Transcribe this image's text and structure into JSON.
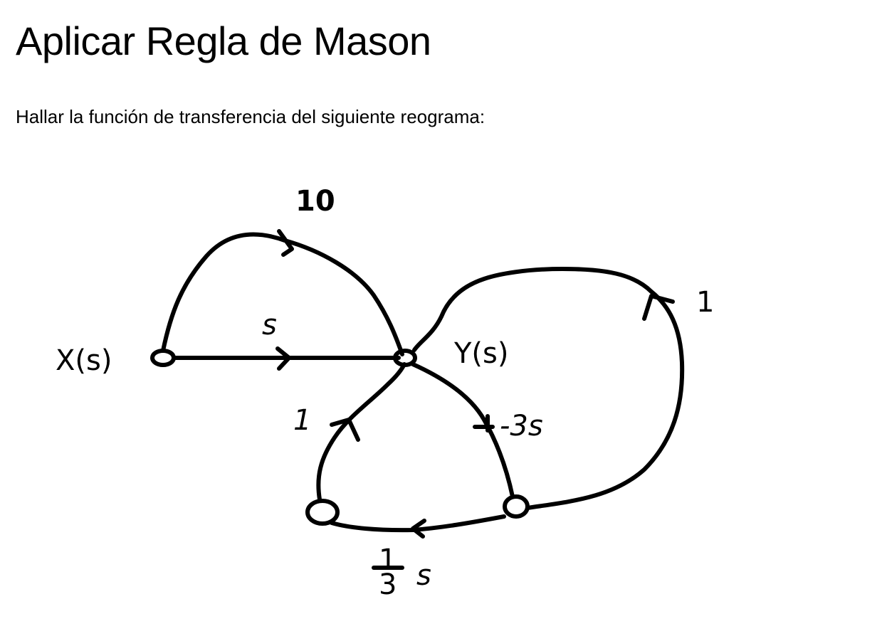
{
  "header": {
    "title": "Aplicar Regla de Mason"
  },
  "main": {
    "prompt": "Hallar la función de transferencia del siguiente reograma:"
  },
  "diagram": {
    "type": "signal-flow-graph",
    "style": "hand-drawn",
    "nodes": [
      {
        "id": "X",
        "label": "X(s)"
      },
      {
        "id": "Y",
        "label": "Y(s)"
      },
      {
        "id": "A",
        "label": ""
      },
      {
        "id": "B",
        "label": ""
      }
    ],
    "edges": [
      {
        "from": "X",
        "to": "Y",
        "gain": "10",
        "shape": "upper-arc"
      },
      {
        "from": "X",
        "to": "Y",
        "gain": "s",
        "shape": "straight"
      },
      {
        "from": "Y",
        "to": "B",
        "gain": "-3s",
        "shape": "right-arc"
      },
      {
        "from": "B",
        "to": "A",
        "gain": "1/3 s",
        "shape": "bottom"
      },
      {
        "from": "A",
        "to": "Y",
        "gain": "1",
        "shape": "left-arc"
      },
      {
        "from": "B",
        "to": "Y",
        "gain": "1",
        "shape": "outer-loop"
      }
    ],
    "labels": {
      "x": "X(s)",
      "y": "Y(s)",
      "g_top": "10",
      "g_straight": "s",
      "g_left": "1",
      "g_right": "-3s",
      "g_bottom_num": "1",
      "g_bottom_den": "3",
      "g_bottom_var": "s",
      "g_loop": "1"
    }
  }
}
